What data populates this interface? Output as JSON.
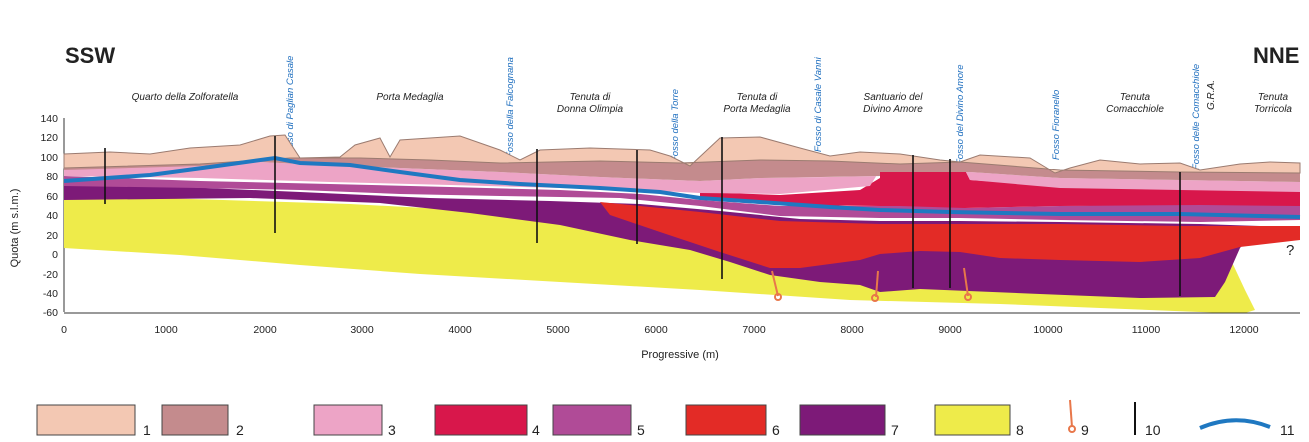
{
  "directions": {
    "left": "SSW",
    "right": "NNE"
  },
  "axes": {
    "ylabel": "Quota (m s.l.m.)",
    "xlabel": "Progressive (m)",
    "yticks": [
      "140",
      "120",
      "100",
      "80",
      "60",
      "40",
      "20",
      "0",
      "-20",
      "-40",
      "-60"
    ],
    "xticks": [
      "0",
      "1000",
      "2000",
      "3000",
      "4000",
      "5000",
      "6000",
      "7000",
      "8000",
      "9000",
      "10000",
      "11000",
      "12000"
    ]
  },
  "localities": [
    {
      "line1": "Quarto della Zolforatella",
      "line2": ""
    },
    {
      "line1": "Porta Medaglia",
      "line2": ""
    },
    {
      "line1": "Tenuta di",
      "line2": "Donna Olimpia"
    },
    {
      "line1": "Tenuta di",
      "line2": "Porta Medaglia"
    },
    {
      "line1": "Santuario del",
      "line2": "Divino Amore"
    },
    {
      "line1": "Tenuta",
      "line2": "Comacchiole"
    },
    {
      "line1": "Tenuta",
      "line2": "Torricola"
    }
  ],
  "streams": [
    "Fosso di Paglian Casale",
    "Fosso della Falcognana",
    "Fosso della Torre",
    "Fosso di Casale Vanni",
    "Fosso del Divino Amore",
    "Fosso Fioranello",
    "Fosso delle Comacchiole"
  ],
  "gra_label": "G.R.A.",
  "unknown_mark": "?",
  "legend": [
    "1",
    "2",
    "3",
    "4",
    "5",
    "6",
    "7",
    "8",
    "9",
    "10",
    "11"
  ],
  "colors": {
    "unit1": "#f3c8b3",
    "unit2": "#c48b8d",
    "unit3": "#eda4c6",
    "unit4": "#d8174b",
    "unit5": "#b04b97",
    "unit6": "#e32b26",
    "unit7": "#7d1a78",
    "unit8": "#eeeb4a",
    "well": "#e8774a",
    "water_table": "#1f78c1"
  }
}
